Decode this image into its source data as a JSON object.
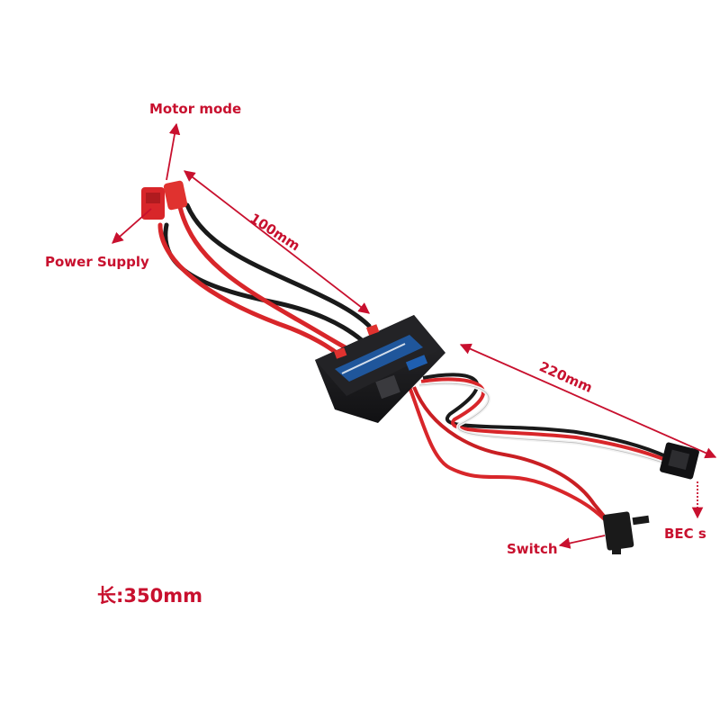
{
  "colors": {
    "annotation": "#c8102e",
    "wire_red": "#d8262a",
    "wire_black": "#1a1a1a",
    "wire_white": "#f2f2f2",
    "module_body": "#1c1c1e",
    "label_accent": "#1f5fb0"
  },
  "annotations": {
    "motor_mode": "Motor mode",
    "power_supply": "Power Supply",
    "dim_100": "100mm",
    "dim_220": "220mm",
    "switch": "Switch",
    "bec": "BEC s",
    "length": "长:350mm"
  }
}
